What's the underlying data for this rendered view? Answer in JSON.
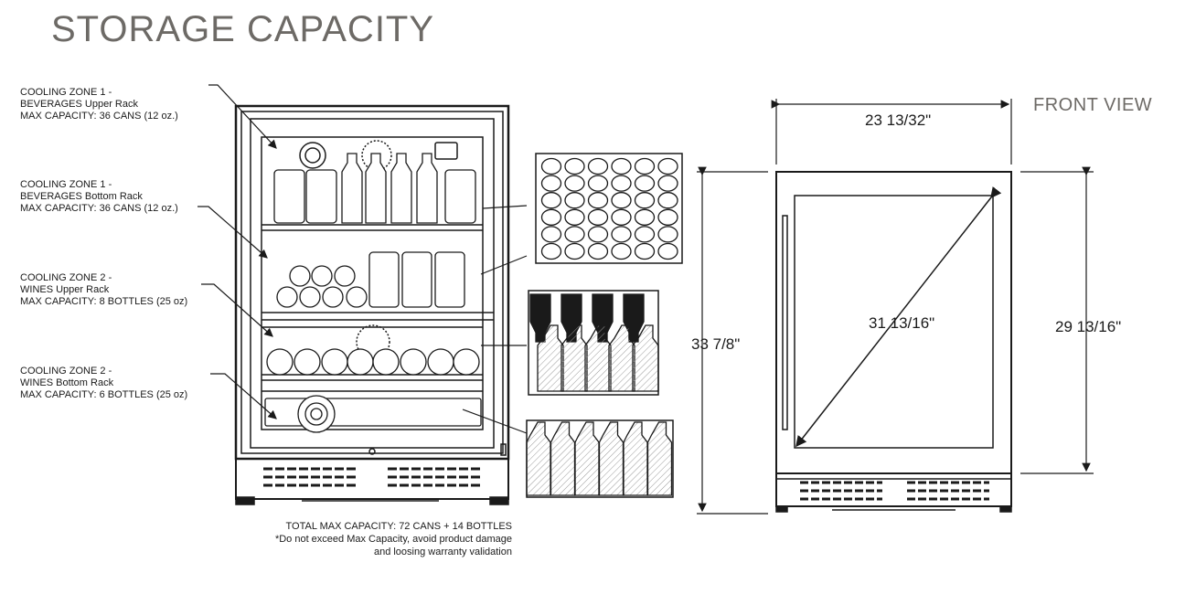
{
  "title": "STORAGE CAPACITY",
  "front_view_label": "FRONT VIEW",
  "zones": [
    {
      "line1": "COOLING ZONE 1 -",
      "line2": "BEVERAGES Upper Rack",
      "line3": "MAX CAPACITY: 36 CANS (12 oz.)"
    },
    {
      "line1": "COOLING ZONE 1 -",
      "line2": "BEVERAGES Bottom Rack",
      "line3": "MAX CAPACITY: 36 CANS (12 oz.)"
    },
    {
      "line1": "COOLING ZONE 2 -",
      "line2": "WINES Upper Rack",
      "line3": "MAX CAPACITY: 8 BOTTLES (25 oz)"
    },
    {
      "line1": "COOLING ZONE 2 -",
      "line2": "WINES Bottom Rack",
      "line3": "MAX CAPACITY: 6 BOTTLES (25 oz)"
    }
  ],
  "note": {
    "line1": "TOTAL MAX CAPACITY: 72 CANS + 14 BOTTLES",
    "line2": "*Do not exceed Max Capacity, avoid product damage",
    "line3": "and loosing warranty validation"
  },
  "dimensions": {
    "width": "23  13/32\"",
    "total_height": "33 7/8\"",
    "diagonal": "31 13/16\"",
    "door_height": "29  13/16\""
  },
  "colors": {
    "title": "#6d6a66",
    "line": "#1a1a1a",
    "hatch": "#9a9a9a"
  }
}
